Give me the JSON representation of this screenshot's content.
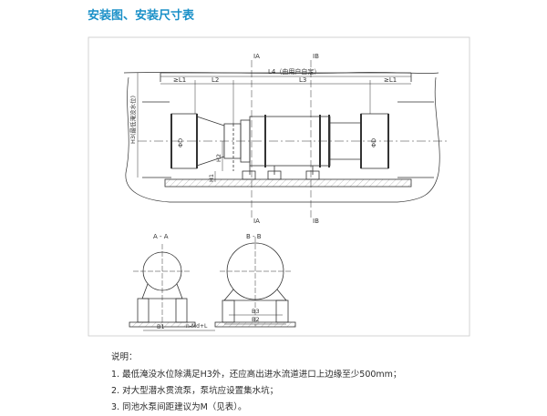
{
  "title": "安装图、安装尺寸表",
  "colors": {
    "accent": "#1a90c8",
    "line": "#333333",
    "frame": "#c8c8c8"
  },
  "labels": {
    "IA": "IA",
    "IB": "IB",
    "L4": "L4（由用户自定）",
    "L1": "≥L1",
    "L2": "L2",
    "L3": "L3",
    "L1r": "≥L1",
    "H3": "H3(最低淹没水位)",
    "H2": "H2",
    "H1": "H1",
    "phiD": "ΦD",
    "phiD2": "ΦD",
    "IAb": "IA",
    "IBb": "IB",
    "secA": "A - A",
    "secB": "B - B",
    "B1": "B1",
    "B2": "B2",
    "B3": "B3",
    "nMd": "n-Md+L"
  },
  "notes": {
    "title": "说明：",
    "items": [
      "1. 最低淹没水位除满足H3外，还应高出进水流道进口上边缘至少500mm；",
      "2. 对大型潜水贯流泵，泵坑应设置集水坑；",
      "3. 同池水泵间距建议为M（见表）。"
    ]
  }
}
